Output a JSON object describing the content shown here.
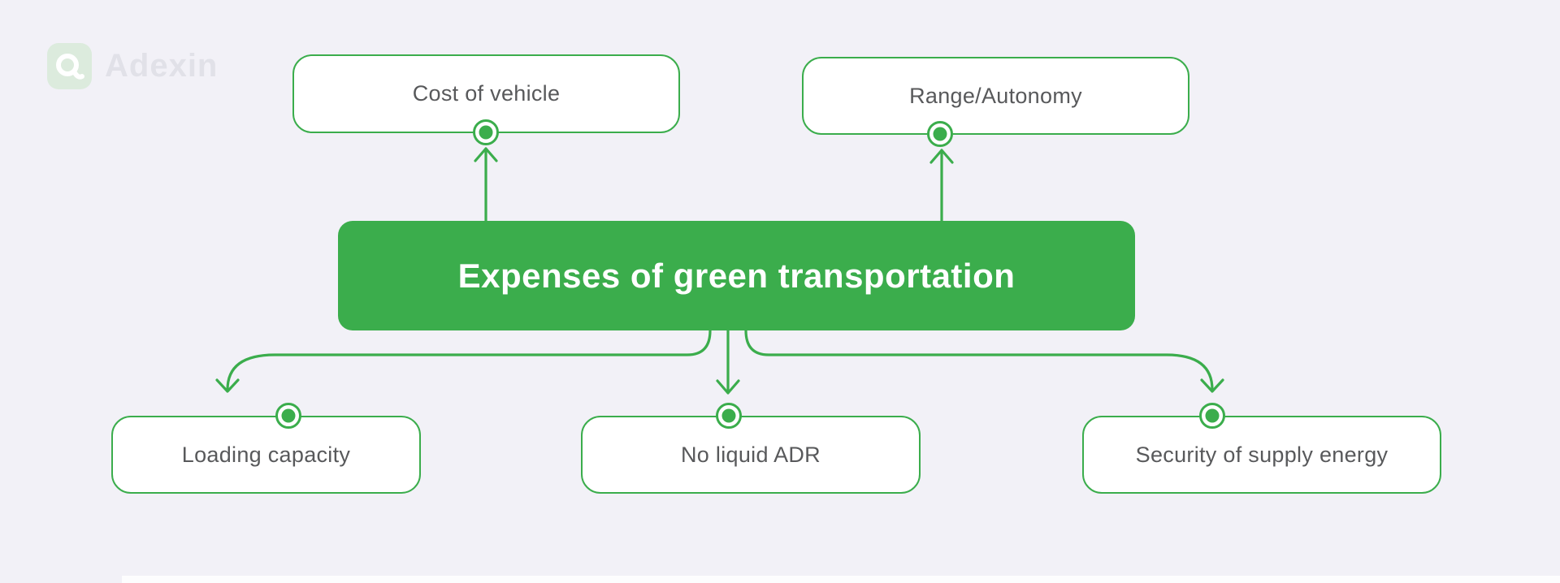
{
  "logo": {
    "brand": "Adexin"
  },
  "diagram": {
    "center_node": {
      "label": "Expenses of green transportation"
    },
    "top_nodes": [
      {
        "label": "Cost of vehicle"
      },
      {
        "label": "Range/Autonomy"
      }
    ],
    "bottom_nodes": [
      {
        "label": "Loading capacity"
      },
      {
        "label": "No liquid ADR"
      },
      {
        "label": "Security of supply energy"
      }
    ]
  },
  "colors": {
    "accent_green": "#3BAD4C",
    "node_border_green": "#3BAD4C",
    "node_label_gray": "#58595B",
    "center_label_white": "#FFFFFF",
    "background_lavender": "#F2F1F7",
    "logo_tile_green": "#DCEBDD",
    "logo_text_gray": "#E1E1E8"
  }
}
